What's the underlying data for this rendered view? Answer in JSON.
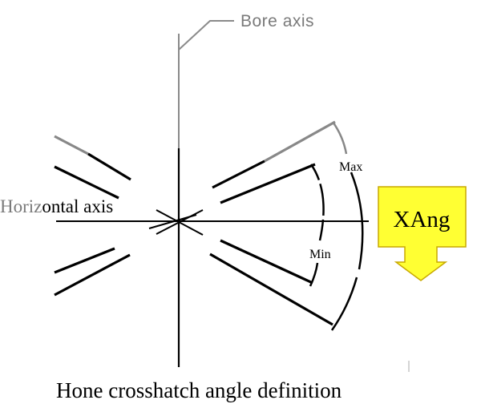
{
  "labels": {
    "bore_axis": "Bore axis",
    "horizontal_axis_prefix": "Horiz",
    "horizontal_axis_suffix": "ontal axis",
    "max": "Max",
    "min": "Min",
    "xang": "XAng",
    "caption": "Hone crosshatch angle definition"
  },
  "colors": {
    "line": "#000000",
    "gray_line": "#888888",
    "gray_text": "#7a7a7a",
    "callout_fill": "#ffff33",
    "callout_stroke": "#c8a800"
  }
}
